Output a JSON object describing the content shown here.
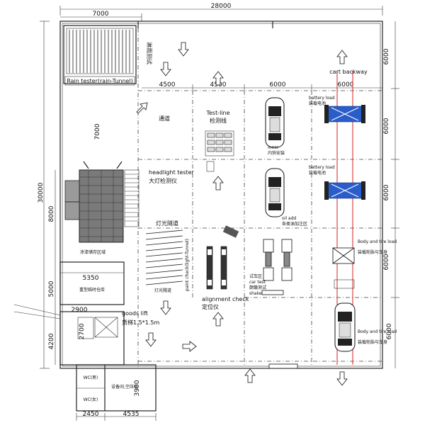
{
  "dimensions": {
    "top_left": "7000",
    "top_total": "28000",
    "bay_1": "4500",
    "bay_2": "4500",
    "bay_3": "6000",
    "bay_4": "6000",
    "left_total": "30000",
    "left_7000": "7000",
    "left_8000": "8000",
    "left_5000": "5000",
    "left_4200": "4200",
    "right_a": "6000",
    "right_b": "6000",
    "right_c": "6000",
    "right_d": "6000",
    "right_e": "6000",
    "room_5350": "5350",
    "room_2900": "2900",
    "room_2700": "2700",
    "bottom_2450": "2450",
    "bottom_4535": "4535",
    "room_3900": "3900"
  },
  "labels": {
    "rain_tester": "Rain tester(rain-Tunnel)",
    "rain_cn": "淋雨测试",
    "passage_cn": "通道",
    "test_line": "Test-line",
    "test_line_cn": "检测线",
    "headlight_tester": "headlight tester",
    "headlight_cn": "大灯检测仪",
    "light_tunnel_cn": "灯光隧道",
    "light_tunnel_cn_2": "灯光隧道",
    "paint_check": "paint check(light-Tunnel)",
    "alignment_check": "alignment check",
    "alignment_cn": "定位仪",
    "inner": "inner",
    "inner_cn": "内饰安装",
    "oil_add": "oil add",
    "oil_add_cn": "各类油加注区",
    "battery_load_1": "battery load",
    "battery_load_1_cn": "装载电池",
    "battery_load_2": "battery load",
    "battery_load_2_cn": "装载电池",
    "cart_backway": "cart backway",
    "body_tire_1": "Body and tire load",
    "body_tire_1_cn": "装载轮胎与车身",
    "body_tire_2": "Body and tire load",
    "body_tire_2_cn": "装载轮胎与车身",
    "test_area_cn": "试车区",
    "car_test": "car test",
    "shake_test_cn": "颠簸测试",
    "shake_tester": "shake tester",
    "paint_storage_cn": "涂漆储存区域",
    "temp_warehouse_cn": "重型临时仓库",
    "goods_lift": "goods lift",
    "lift_spec_cn": "货梯1.5*1.5m",
    "wc_male": "WC(男)",
    "wc_female": "WC(女)",
    "equipment_cn": "设备间,空压机"
  },
  "colors": {
    "wall": "#222222",
    "rail": "#d42020",
    "lift_equipment": "#2a5dc9",
    "booth_fill": "#7a7a7a"
  }
}
